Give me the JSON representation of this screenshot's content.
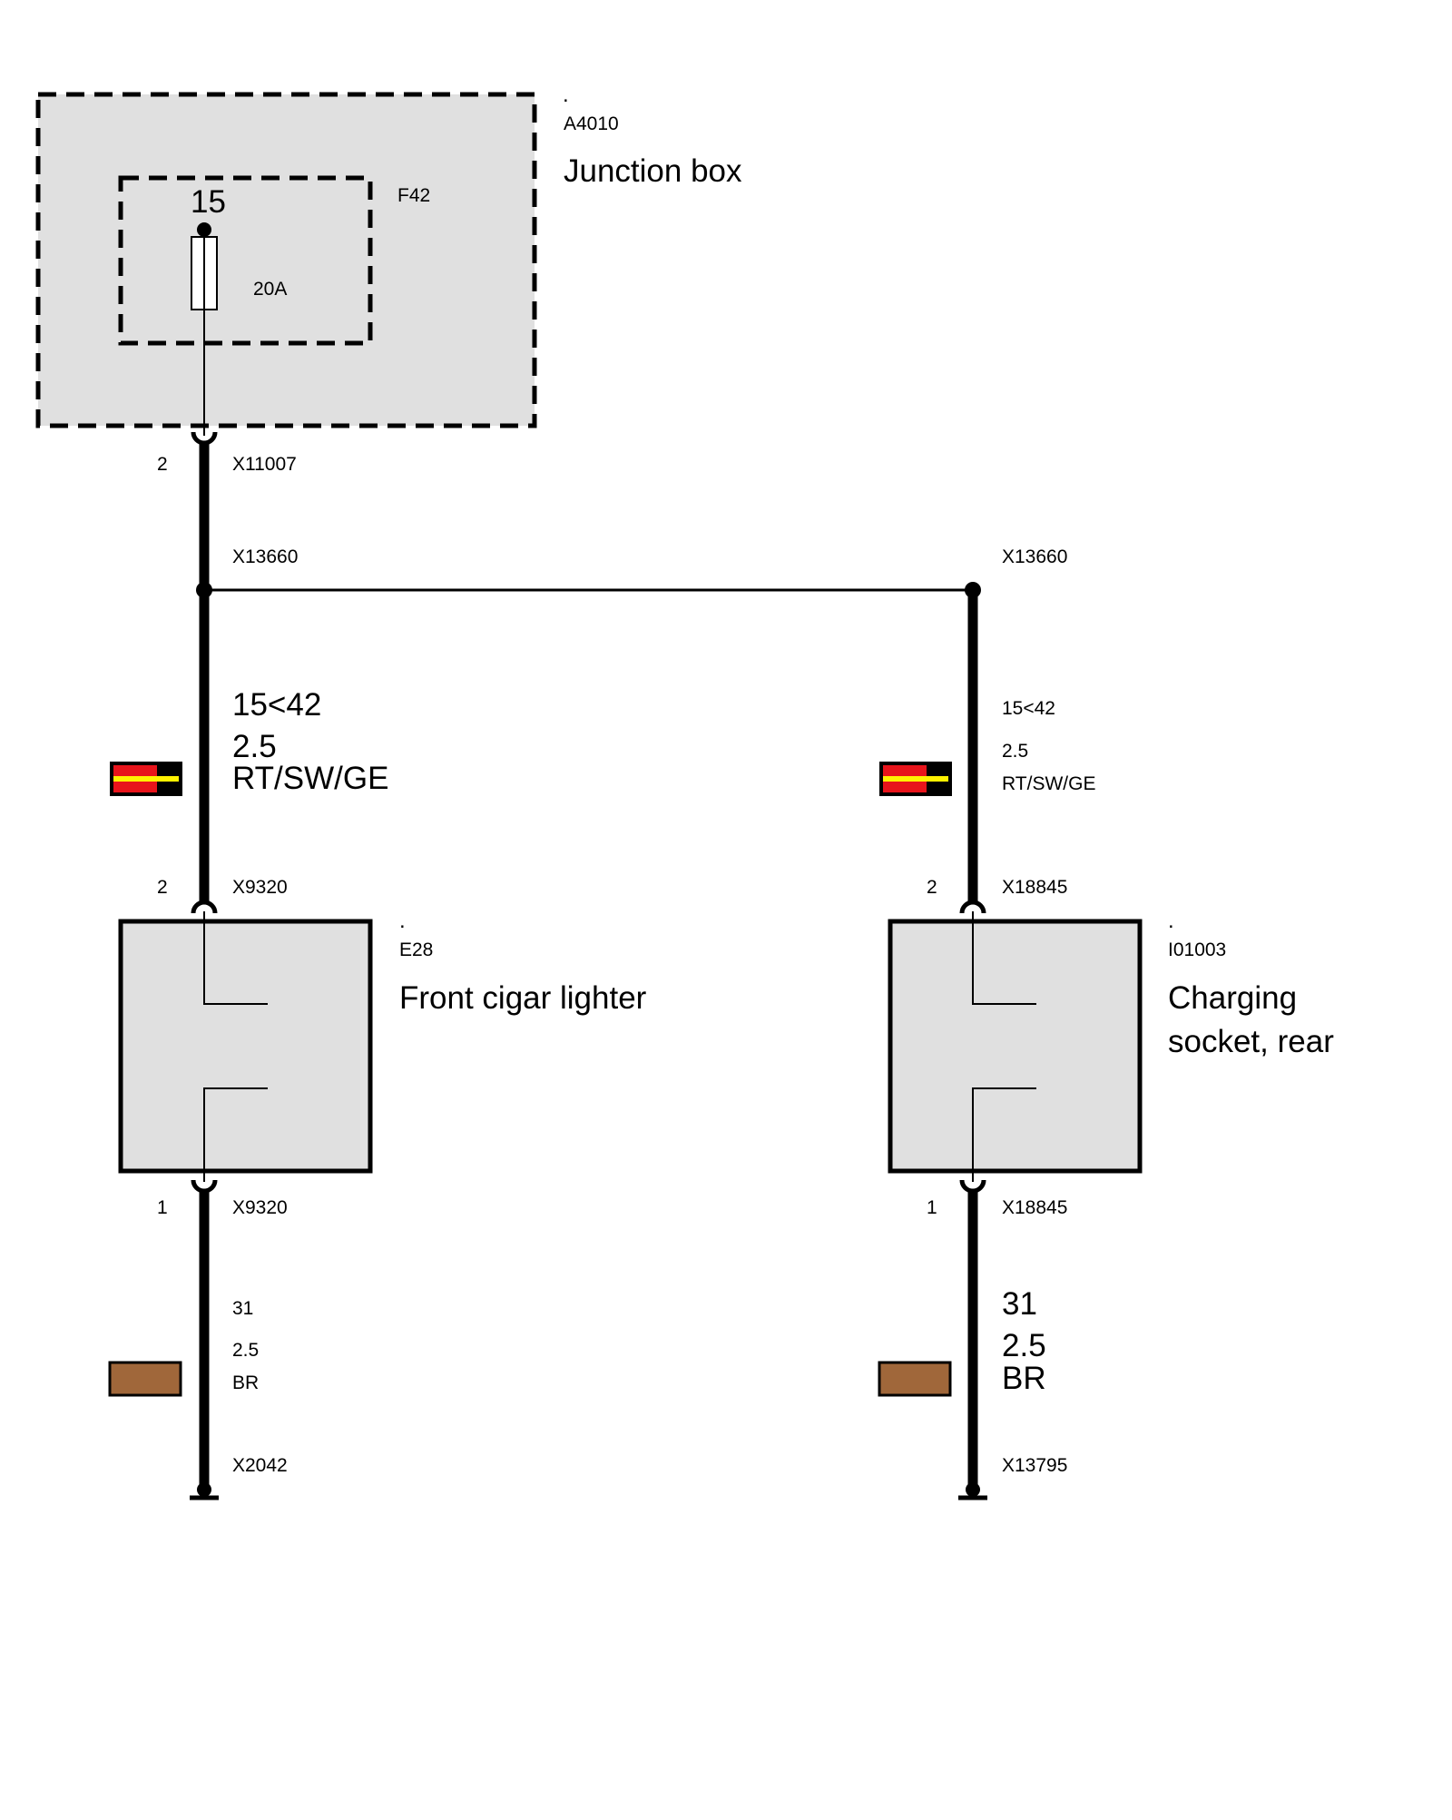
{
  "colors": {
    "box_fill": "#e0e0e0",
    "wire": "#000000",
    "red": "#e8141b",
    "yellow": "#fff200",
    "brown": "#a0673a"
  },
  "junction_box": {
    "dot": ".",
    "id": "A4010",
    "name": "Junction box",
    "fuse": {
      "id": "F42",
      "terminal": "15",
      "rating": "20A"
    },
    "pin": "2",
    "connector": "X11007"
  },
  "splice": {
    "left": "X13660",
    "right": "X13660"
  },
  "left_branch": {
    "wire_top": {
      "signal": "15<42",
      "size": "2.5",
      "color": "RT/SW/GE"
    },
    "pin_top": "2",
    "connector_top": "X9320",
    "component": {
      "dot": ".",
      "id": "E28",
      "name": "Front cigar lighter"
    },
    "pin_bottom": "1",
    "connector_bottom": "X9320",
    "wire_bottom": {
      "signal": "31",
      "size": "2.5",
      "color": "BR"
    },
    "ground": "X2042"
  },
  "right_branch": {
    "wire_top": {
      "signal": "15<42",
      "size": "2.5",
      "color": "RT/SW/GE"
    },
    "pin_top": "2",
    "connector_top": "X18845",
    "component": {
      "dot": ".",
      "id": "I01003",
      "name_line1": "Charging",
      "name_line2": "socket, rear"
    },
    "pin_bottom": "1",
    "connector_bottom": "X18845",
    "wire_bottom": {
      "signal": "31",
      "size": "2.5",
      "color": "BR"
    },
    "ground": "X13795"
  }
}
